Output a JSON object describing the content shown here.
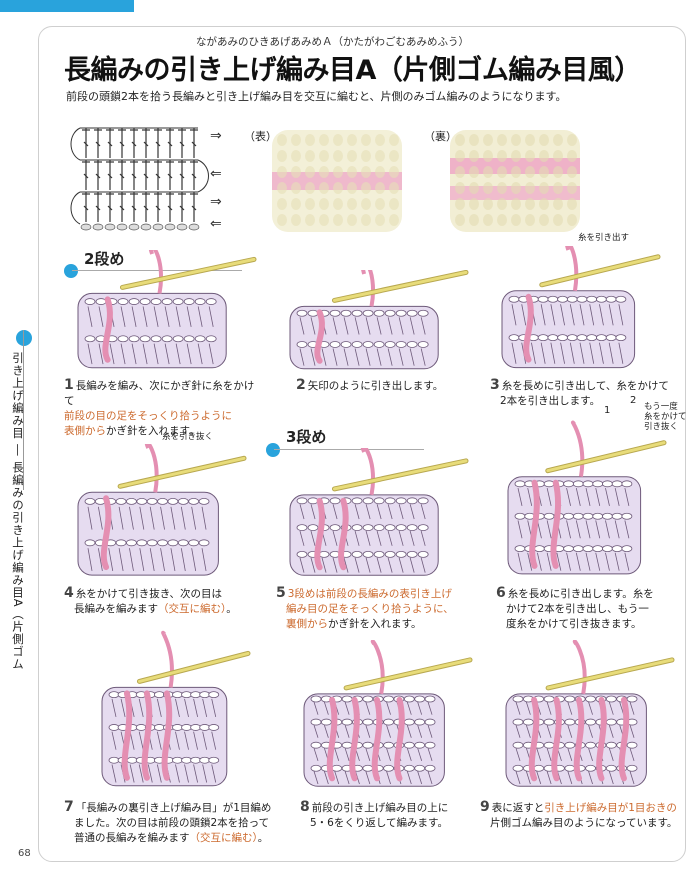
{
  "title_ruby": "ながあみのひきあげあみめＡ（かたがわごむあみめふう）",
  "title": "長編みの引き上げ編み目A（片側ゴム編み目風）",
  "subtitle": "前段の頭鎖2本を拾う長編みと引き上げ編み目を交互に編むと、片側のみゴム編みのようになります。",
  "side_title": "引き上げ編み目 ― 長編みの引き上げ編み目A（片側ゴム編み目風）",
  "swatch_front_label": "（表）",
  "swatch_back_label": "（裏）",
  "rows": {
    "row2": "2段め",
    "row3": "3段め"
  },
  "notes": {
    "n3": "糸を引き出す",
    "n4": "糸を引き抜く",
    "n6_1": "1",
    "n6_2": "2",
    "n6_3": "もう一度",
    "n6_4": "糸をかけて",
    "n6_5": "引き抜く"
  },
  "steps": [
    {
      "num": "1",
      "a": "長編みを編み、次にかぎ針に糸をかけて",
      "b": "前段の目の足をそっくり拾うように",
      "c": "表側から",
      "d": "かぎ針を入れます。"
    },
    {
      "num": "2",
      "a": "矢印のように引き出します。"
    },
    {
      "num": "3",
      "a": "糸を長めに引き出して、糸をかけて",
      "b": "2本を引き出します。"
    },
    {
      "num": "4",
      "a": "糸をかけて引き抜き、次の目は",
      "b": "長編みを編みます",
      "c": "（交互に編む）",
      "d": "。"
    },
    {
      "num": "5",
      "a": "3段めは前段の長編みの表引き上げ",
      "b": "編み目の足をそっくり拾うように、",
      "c": "裏側から",
      "d": "かぎ針を入れます。"
    },
    {
      "num": "6",
      "a": "糸を長めに引き出します。糸を",
      "b": "かけて2本を引き出し、もう一",
      "c": "度糸をかけて引き抜きます。"
    },
    {
      "num": "7",
      "a": "「長編みの裏引き上げ編み目」が1目編め",
      "b": "ました。次の目は前段の頭鎖2本を拾って",
      "c": "普通の長編みを編みます",
      "d": "（交互に編む）",
      "e": "。"
    },
    {
      "num": "8",
      "a": "前段の引き上げ編み目の上に",
      "b": "5・6をくり返して編みます。"
    },
    {
      "num": "9",
      "a": "表に返すと",
      "b": "引き上げ編み目が1目おきの",
      "c": "片側ゴム編み目のようになっています。"
    }
  ],
  "page_number": "68",
  "colors": {
    "accent": "#29a3dc",
    "yarn_light": "#e6dcf0",
    "yarn_pink": "#e48fb2",
    "hook": "#e8dc7a",
    "highlight": "#cc6a2e"
  }
}
